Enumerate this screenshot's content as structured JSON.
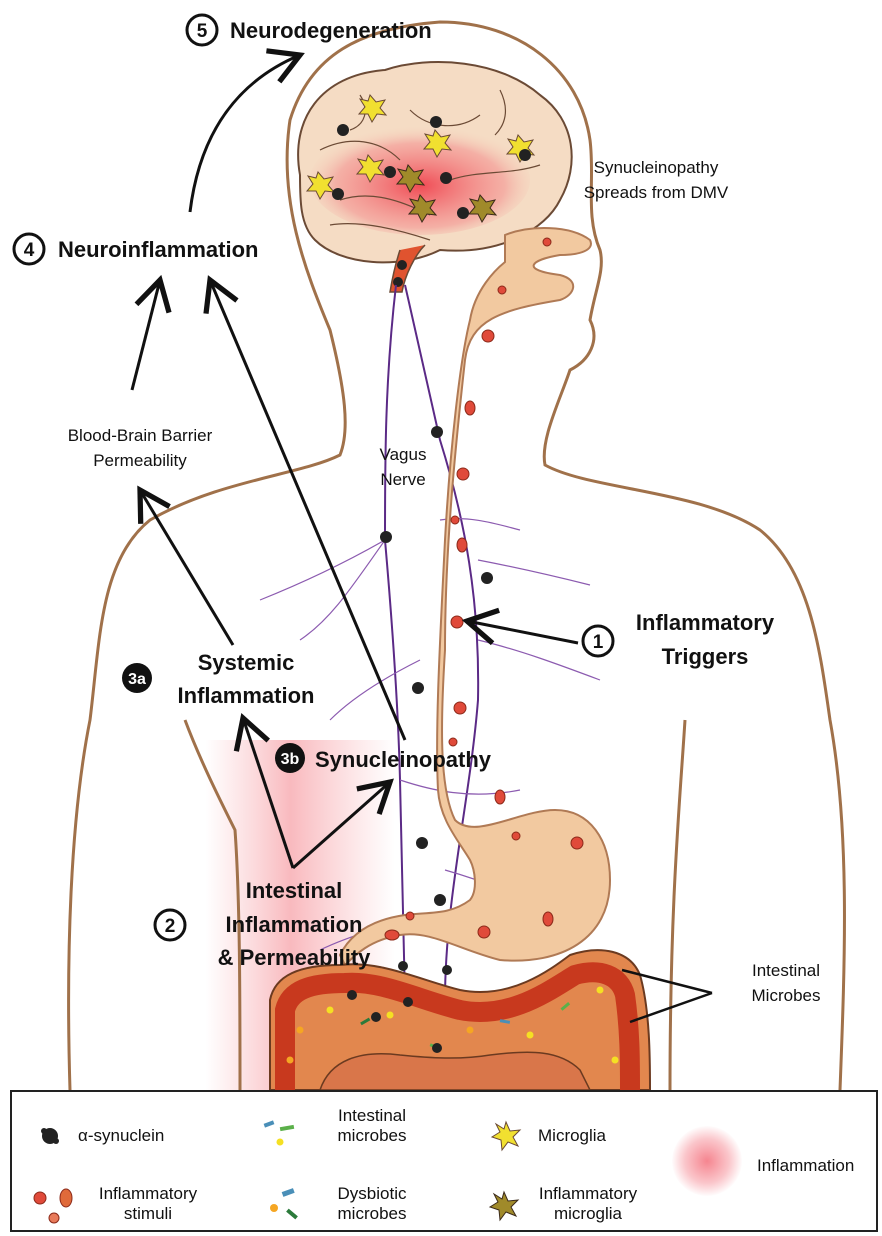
{
  "steps": {
    "s5": {
      "badge": "5",
      "label": "Neurodegeneration"
    },
    "s4": {
      "badge": "4",
      "label": "Neuroinflammation"
    },
    "s1": {
      "badge": "1",
      "label_line1": "Inflammatory",
      "label_line2": "Triggers"
    },
    "s3a": {
      "badge": "3a",
      "label_line1": "Systemic",
      "label_line2": "Inflammation"
    },
    "s3b": {
      "badge": "3b",
      "label": "Synucleinopathy"
    },
    "s2": {
      "badge": "2",
      "label_line1": "Intestinal",
      "label_line2": "Inflammation",
      "label_line3": "& Permeability"
    }
  },
  "annotations": {
    "bbb_line1": "Blood-Brain Barrier",
    "bbb_line2": "Permeability",
    "spread_line1": "Synucleinopathy",
    "spread_line2": "Spreads from DMV",
    "vagus_line1": "Vagus",
    "vagus_line2": "Nerve",
    "microbes_line1": "Intestinal",
    "microbes_line2": "Microbes"
  },
  "legend": {
    "alpha_synuclein": "α-synuclein",
    "intestinal_microbes_line1": "Intestinal",
    "intestinal_microbes_line2": "microbes",
    "microglia": "Microglia",
    "inflammation": "Inflammation",
    "inflammatory_stimuli_line1": "Inflammatory",
    "inflammatory_stimuli_line2": "stimuli",
    "dysbiotic_microbes_line1": "Dysbiotic",
    "dysbiotic_microbes_line2": "microbes",
    "inflammatory_microglia_line1": "Inflammatory",
    "inflammatory_microglia_line2": "microglia"
  },
  "colors": {
    "body_outline": "#a0714a",
    "gut_fill": "#f2c9a0",
    "gut_stroke": "#b07a55",
    "nerve": "#5b2a86",
    "inflammation": "#f25c6a",
    "brain_fill": "#f5dcc4",
    "colon_fill": "#e2874e",
    "colon_inner": "#c8391e"
  }
}
